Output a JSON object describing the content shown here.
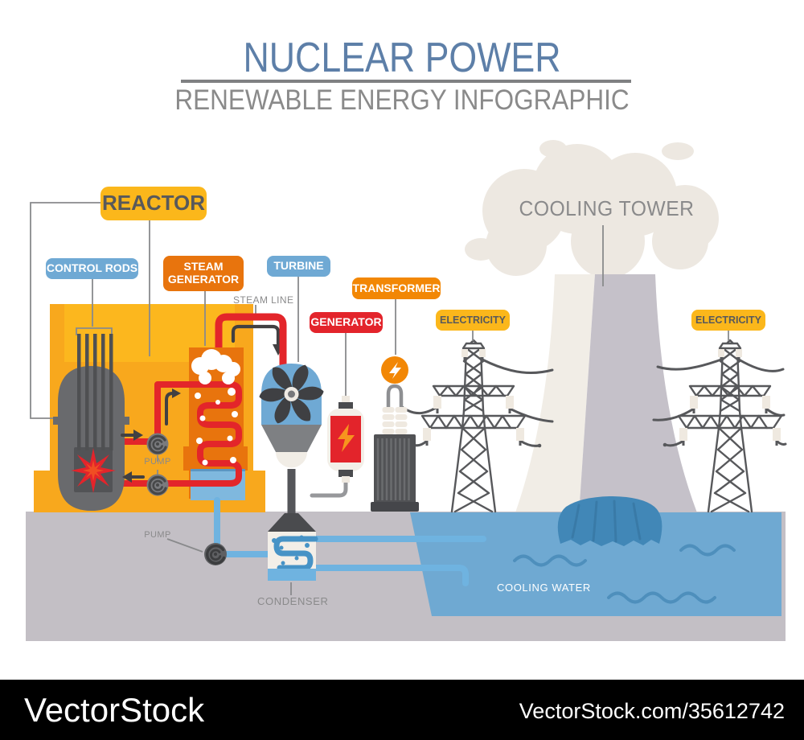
{
  "header": {
    "title": "NUCLEAR POWER",
    "subtitle": "RENEWABLE ENERGY INFOGRAPHIC"
  },
  "badges": {
    "reactor": "REACTOR",
    "control_rods": "CONTROL RODS",
    "steam_generator": "STEAM GENERATOR",
    "turbine": "TURBINE",
    "generator": "GENERATOR",
    "transformer": "TRANSFORMER",
    "electricity_left": "ELECTRICITY",
    "electricity_right": "ELECTRICITY"
  },
  "labels": {
    "cooling_tower": "COOLING TOWER",
    "steam_line": "STEAM LINE",
    "pump_primary": "PUMP",
    "pump_cooling": "PUMP",
    "condenser": "CONDENSER",
    "cooling_water": "COOLING WATER"
  },
  "watermark": {
    "brand": "VectorStock",
    "ref": "VectorStock.com/35612742"
  },
  "icons": {
    "transformer_symbol": "lightning-bolt-icon",
    "generator_symbol": "lightning-bolt-icon",
    "pump_symbol": "spiral-pump-icon",
    "turbine_symbol": "fan-icon",
    "reaction_symbol": "starburst-icon"
  },
  "colors": {
    "title_blue": "#5d7fa8",
    "label_gray": "#8a8a8a",
    "badge_yellow": "#fbb71b",
    "badge_blue": "#6fa9d4",
    "badge_orange_dark": "#e8740d",
    "badge_orange_bright": "#f28705",
    "badge_red": "#e3242b",
    "building_yellow": "#f8a81d",
    "pipe_red": "#e3252a",
    "pipe_blue": "#6fb3e0",
    "water_blue": "#6fa9d2",
    "splash_blue": "#4187b7",
    "ground_gray": "#c3bfc5",
    "tower_gray": "#c5c1c9",
    "tower_cream": "#f1ede6",
    "steam_beige": "#ede8e1",
    "dark_gray": "#58595b",
    "footer_black": "#000000"
  }
}
